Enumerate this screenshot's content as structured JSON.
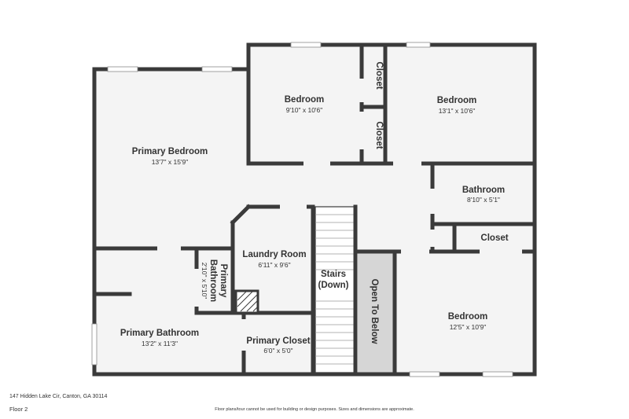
{
  "rooms": {
    "primary_bedroom": {
      "name": "Primary Bedroom",
      "dims": "13'7\" x 15'9\""
    },
    "bedroom_top_left": {
      "name": "Bedroom",
      "dims": "9'10\" x 10'6\""
    },
    "closet_top": {
      "name": "Closet"
    },
    "closet_mid": {
      "name": "Closet"
    },
    "bedroom_top_right": {
      "name": "Bedroom",
      "dims": "13'1\" x 10'6\""
    },
    "bathroom": {
      "name": "Bathroom",
      "dims": "8'10\" x 5'1\""
    },
    "closet_right": {
      "name": "Closet"
    },
    "laundry": {
      "name": "Laundry Room",
      "dims": "6'11\" x 9'6\""
    },
    "primary_bathroom_small": {
      "name_line1": "Primary",
      "name_line2": "Bathroom",
      "dims": "2'10\" x 5'10\""
    },
    "primary_bathroom": {
      "name": "Primary Bathroom",
      "dims": "13'2\" x 11'3\""
    },
    "primary_closet": {
      "name": "Primary Closet",
      "dims": "6'0\" x 5'0\""
    },
    "stairs": {
      "name_line1": "Stairs",
      "name_line2": "(Down)"
    },
    "open_to_below": {
      "name": "Open To Below"
    },
    "bedroom_bottom_right": {
      "name": "Bedroom",
      "dims": "12'5\" x 10'9\""
    }
  },
  "footer": {
    "address": "147 Hidden Lake Cir, Canton, GA 30114",
    "floor": "Floor 2",
    "disclaimer": "Floor plans/tour cannot be used for building or design purposes. Sizes and dimensions are approximate."
  },
  "colors": {
    "wall": "#3a3a3a",
    "floor": "#f4f4f4",
    "void": "#d6d6d6",
    "window": "#ffffff"
  }
}
